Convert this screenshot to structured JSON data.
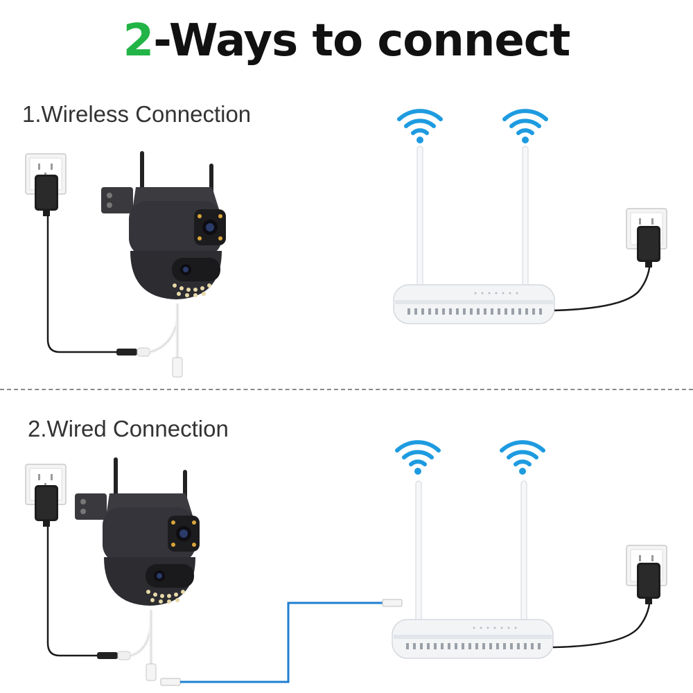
{
  "title": {
    "number": "2",
    "text": "-Ways to connect",
    "number_color": "#22b446"
  },
  "sections": [
    {
      "label": "1.Wireless Connection"
    },
    {
      "label": "2.Wired Connection"
    }
  ],
  "colors": {
    "wifi": "#1e9be0",
    "ethernet_cable": "#1e7fd0",
    "power_cable": "#1a1a1a",
    "camera_body": "#2f2f33",
    "router_body": "#f2f3f5"
  }
}
